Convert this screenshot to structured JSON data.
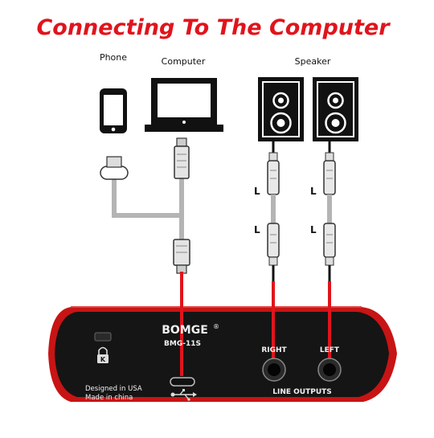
{
  "title": "Connecting To The Computer",
  "labels": {
    "phone": "Phone",
    "computer": "Computer",
    "speaker": "Speaker",
    "left_cable_l_top": "L",
    "left_cable_l_bottom": "L",
    "right_cable_l_top": "L",
    "right_cable_l_bottom": "L"
  },
  "device": {
    "brand": "BOMGE",
    "registered": "®",
    "model": "BMG-11S",
    "designed_in": "Designed in USA",
    "made_in": "Made in china",
    "right_label": "RIGHT",
    "left_label": "LEFT",
    "line_outputs": "LINE OUTPUTS"
  },
  "icons": {
    "phone": "smartphone-icon",
    "computer": "laptop-icon",
    "speaker": "speaker-icon",
    "lock": "kensington-lock-icon",
    "usb": "usb-symbol-icon"
  },
  "colors": {
    "title_red": "#e0141c",
    "cable_red": "#e0141c",
    "cable_gray": "#b4b4b4",
    "device_red": "#c81414",
    "panel_black": "#151515"
  }
}
